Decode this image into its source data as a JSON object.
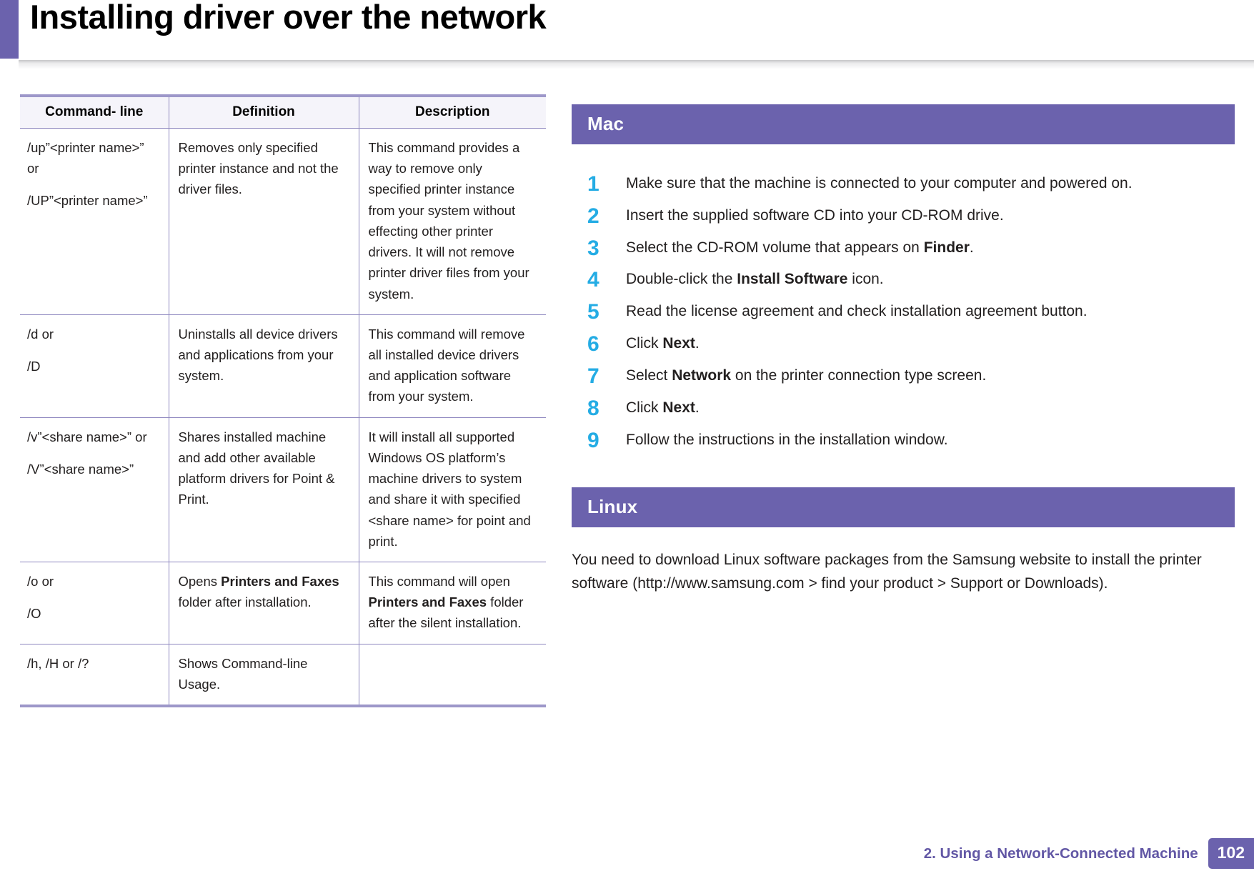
{
  "header": {
    "title": "Installing driver over the network"
  },
  "table": {
    "columns": [
      "Command- line",
      "Definition",
      "Description"
    ],
    "rows": [
      {
        "command_lines": [
          "/up”<printer name>” or",
          "/UP”<printer name>”"
        ],
        "definition": "Removes only specified printer instance and not the driver files.",
        "description": "This command provides a way to remove only specified printer instance from your system without effecting other printer drivers. It will not remove printer driver files from your system."
      },
      {
        "command_lines": [
          "/d or",
          "/D"
        ],
        "definition": "Uninstalls all device drivers and applications from your system.",
        "description": "This command will remove all installed device drivers and application software from your system."
      },
      {
        "command_lines": [
          "/v”<share name>” or",
          "/V”<share name>”"
        ],
        "definition": "Shares installed machine and add other available platform drivers for Point & Print.",
        "description": "It will install all supported Windows OS platform’s machine drivers to system and share it with specified <share name> for point and print."
      },
      {
        "command_lines": [
          "/o or",
          "/O"
        ],
        "definition_parts": [
          {
            "text": "Opens ",
            "bold": false
          },
          {
            "text": "Printers and Faxes",
            "bold": true
          },
          {
            "text": " folder after installation.",
            "bold": false
          }
        ],
        "description_parts": [
          {
            "text": "This command will open ",
            "bold": false
          },
          {
            "text": "Printers and Faxes",
            "bold": true
          },
          {
            "text": " folder after the silent installation.",
            "bold": false
          }
        ]
      },
      {
        "command_lines": [
          "/h, /H or /?"
        ],
        "definition": "Shows Command-line Usage.",
        "description": ""
      }
    ]
  },
  "mac": {
    "heading": "Mac",
    "steps": [
      {
        "num": "1",
        "parts": [
          {
            "text": "Make sure that the machine is connected to your computer and powered on.",
            "bold": false
          }
        ]
      },
      {
        "num": "2",
        "parts": [
          {
            "text": "Insert the supplied software CD into your CD-ROM drive.",
            "bold": false
          }
        ]
      },
      {
        "num": "3",
        "parts": [
          {
            "text": "Select the CD-ROM volume that appears on ",
            "bold": false
          },
          {
            "text": "Finder",
            "bold": true
          },
          {
            "text": ".",
            "bold": false
          }
        ]
      },
      {
        "num": "4",
        "parts": [
          {
            "text": "Double-click the ",
            "bold": false
          },
          {
            "text": "Install Software",
            "bold": true
          },
          {
            "text": " icon.",
            "bold": false
          }
        ]
      },
      {
        "num": "5",
        "parts": [
          {
            "text": "Read the license agreement and check installation agreement button.",
            "bold": false
          }
        ]
      },
      {
        "num": "6",
        "parts": [
          {
            "text": "Click ",
            "bold": false
          },
          {
            "text": "Next",
            "bold": true
          },
          {
            "text": ".",
            "bold": false
          }
        ]
      },
      {
        "num": "7",
        "parts": [
          {
            "text": "Select ",
            "bold": false
          },
          {
            "text": "Network",
            "bold": true
          },
          {
            "text": " on the printer connection type screen.",
            "bold": false
          }
        ]
      },
      {
        "num": "8",
        "parts": [
          {
            "text": "Click ",
            "bold": false
          },
          {
            "text": "Next",
            "bold": true
          },
          {
            "text": ".",
            "bold": false
          }
        ]
      },
      {
        "num": "9",
        "parts": [
          {
            "text": "Follow the instructions in the installation window.",
            "bold": false
          }
        ]
      }
    ]
  },
  "linux": {
    "heading": "Linux",
    "paragraph": "You need to download Linux software packages from the Samsung website to install the printer software (http://www.samsung.com  > find your product > Support or Downloads)."
  },
  "footer": {
    "chapter": "2.  Using a Network-Connected Machine",
    "page": "102"
  },
  "colors": {
    "purple": "#6B62AD",
    "purple_light": "#9d97c9",
    "cyan": "#24ace4",
    "footer_text": "#6257a5",
    "table_header_bg": "#f5f4fa"
  }
}
